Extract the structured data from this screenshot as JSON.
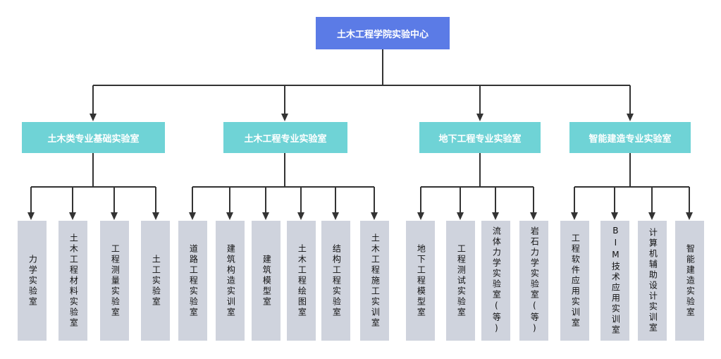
{
  "root": "土木工程学院实验中心",
  "departments": [
    {
      "label": "土木类专业基础实验室",
      "labs": [
        "力学实验室",
        "土木工程材料实验室",
        "工程测量实验室",
        "土工实验室"
      ]
    },
    {
      "label": "土木工程专业实验室",
      "labs": [
        "道路工程实验室",
        "建筑构造实训室",
        "建筑模型室",
        "土木工程绘图室",
        "结构工程实验室",
        "土木工程施工实训室"
      ]
    },
    {
      "label": "地下工程专业实验室",
      "labs": [
        "地下工程模型室",
        "工程测试实验室",
        "流体力学实验室(等)",
        "岩石力学实验室(等)"
      ]
    },
    {
      "label": "智能建造专业实验室",
      "labs": [
        "工程软件应用实训室",
        "BIM技术应用实训室",
        "计算机辅助设计实训室",
        "智能建造实验室"
      ]
    }
  ],
  "colors": {
    "root": "#5b7be6",
    "department": "#6fd3d6",
    "lab": "#cfd3dd",
    "connector": "#333333"
  }
}
